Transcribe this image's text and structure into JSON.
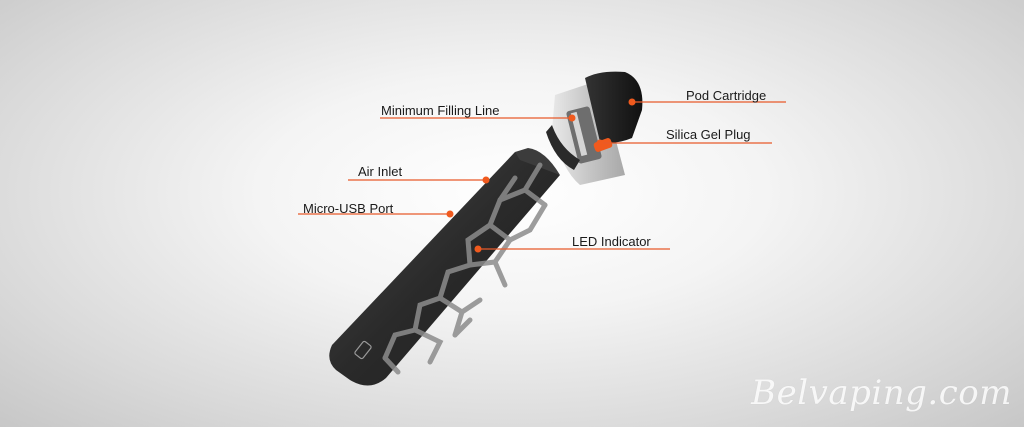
{
  "labels": {
    "pod_cartridge": "Pod Cartridge",
    "minimum_filling_line": "Minimum Filling Line",
    "silica_gel_plug": "Silica Gel Plug",
    "air_inlet": "Air Inlet",
    "micro_usb_port": "Micro-USB Port",
    "led_indicator": "LED Indicator"
  },
  "watermark": "Belvaping.com",
  "colors": {
    "accent": "#f05a1e",
    "device_body": "#2b2b2b",
    "cracks": "#8a8a8a"
  }
}
